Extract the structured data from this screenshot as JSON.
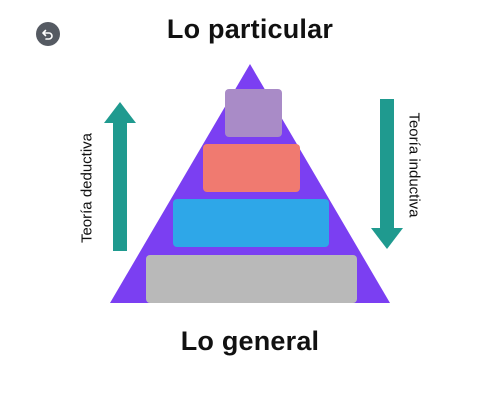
{
  "headings": {
    "top": "Lo particular",
    "bottom": "Lo general"
  },
  "labels": {
    "left": "Teoría deductiva",
    "right": "Teoría inductiva"
  },
  "icons": {
    "back": "undo-icon",
    "left_arrow": "arrow-up-icon",
    "right_arrow": "arrow-down-icon"
  },
  "colors": {
    "triangle": "#7b3ff2",
    "arrow": "#1f9a8f",
    "tier_1": "#a98bc7",
    "tier_2": "#f07a70",
    "tier_3": "#2ea7e8",
    "tier_4": "#b9b9b9",
    "back_button": "#555a62"
  }
}
